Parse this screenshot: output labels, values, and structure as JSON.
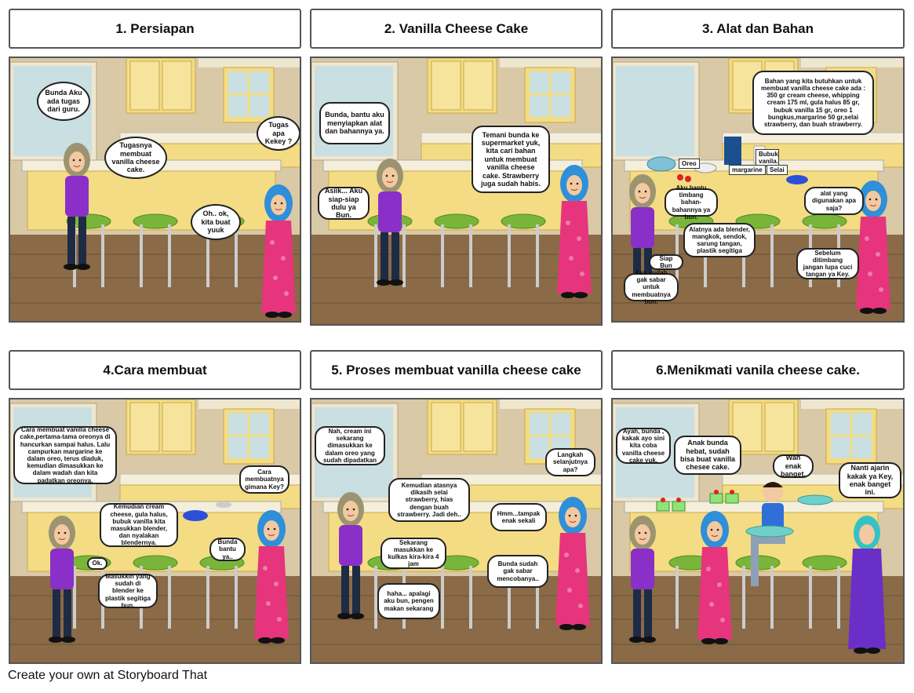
{
  "panels": [
    {
      "title": "1. Persiapan",
      "bubbles": [
        "Bunda Aku ada tugas dari guru.",
        "Tugasnya membuat vanilla cheese cake.",
        "Tugas apa Kekey ?",
        "Oh.. ok, kita buat yuuk"
      ]
    },
    {
      "title": "2. Vanilla Cheese Cake",
      "bubbles": [
        "Bunda, bantu aku menyiapkan alat dan bahannya ya.",
        "Temani bunda ke supermarket yuk, kita cari bahan untuk membuat vanilla cheese cake. Strawberry juga sudah habis.",
        "Asiik... Aku siap-siap dulu ya Bun."
      ]
    },
    {
      "title": "3. Alat dan Bahan",
      "bubbles": [
        "Bahan yang kita butuhkan untuk membuat vanilla cheese cake ada : 350 gr cream cheese, whipping cream 175 ml, gula halus 85 gr, bubuk vanilla 15 gr, oreo 1 bungkus,margarine 50 gr,selai strawberry, dan buah strawberry.",
        "Aku bantu timbang bahan-bahannya ya bun.",
        "alat yang digunakan apa saja?",
        "Alatnya ada blender, mangkok, sendok, sarung tangan, plastik segitiga",
        "Siap Bun",
        "Aku sudah gak sabar untuk membuatnya bun.",
        "Sebelum ditimbang jangan lupa cuci tangan ya Key."
      ],
      "labels": [
        "Oreo",
        "Bubuk vanila.",
        "margarine",
        "Selai"
      ]
    },
    {
      "title": "4.Cara membuat",
      "bubbles": [
        "Cara membuat vanilla cheese cake,pertama-tama oreonya di hancurkan sampai halus. Lalu campurkan margarine ke dalam oreo, terus diaduk, kemudian dimasukkan ke dalam wadah dan kita padatkan oreonya.",
        "Cara membuatnya gimana Key?",
        "Kemudian cream cheese, gula halus, bubuk vanilla kita masukkan blender, dan nyalakan blendernya.",
        "Bunda bantu ya..",
        "Ok.",
        "Masukkin yang sudah di blender ke plastik segitiga bun."
      ]
    },
    {
      "title": "5. Proses membuat vanilla cheese cake",
      "bubbles": [
        "Nah, cream ini sekarang dimasukkan ke dalam oreo yang sudah dipadatkan",
        "Langkah selanjutnya apa?",
        "Kemudian atasnya dikasih selai strawberry, hias dengan buah strawberry. Jadi deh..",
        "Hmm...tampak enak sekali",
        "Sekarang masukkan ke kulkas kira-kira 4 jam",
        "Bunda sudah gak sabar mencobanya..",
        "haha... apalagi aku bun, pengen makan sekarang"
      ]
    },
    {
      "title": "6.Menikmati vanila cheese cake.",
      "bubbles": [
        "Ayah, bunda , kakak ayo sini kita coba vanilla cheese cake yuk.",
        "Anak bunda hebat, sudah bisa buat vanilla chesee cake.",
        "Wah enak banget.",
        "Nanti ajarin kakak ya Key, enak banget ini."
      ]
    }
  ],
  "footer": "Create your own at Storyboard That",
  "colors": {
    "wall": "#d9c9a6",
    "window_sky": "#c9dfe2",
    "cabinet": "#f3dc83",
    "floor": "#8a6a47",
    "counter": "#f4eeda",
    "stool": "#79b53b",
    "girl_shirt": "#8a2fc7",
    "girl_hijab": "#9c9470",
    "mother_hijab": "#2f8fd8",
    "mother_dress": "#e6357c"
  }
}
